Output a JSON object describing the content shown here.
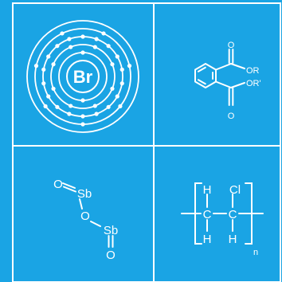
{
  "colors": {
    "background": "#1aa4e4",
    "foreground": "#ffffff"
  },
  "bromine": {
    "symbol": "Br",
    "shells": [
      2,
      8,
      18,
      7
    ]
  },
  "phthalate": {
    "labels": {
      "o_top": "O",
      "r1": "OR",
      "o_bottom": "O",
      "r2": "OR'"
    }
  },
  "antimony_trioxide": {
    "labels": {
      "o1": "O",
      "sb1": "Sb",
      "o_bridge": "O",
      "sb2": "Sb",
      "o2": "O"
    }
  },
  "pvc": {
    "labels": {
      "h_tl": "H",
      "c1": "C",
      "h_bl": "H",
      "cl": "Cl",
      "c2": "C",
      "h_br": "H",
      "n": "n"
    }
  }
}
